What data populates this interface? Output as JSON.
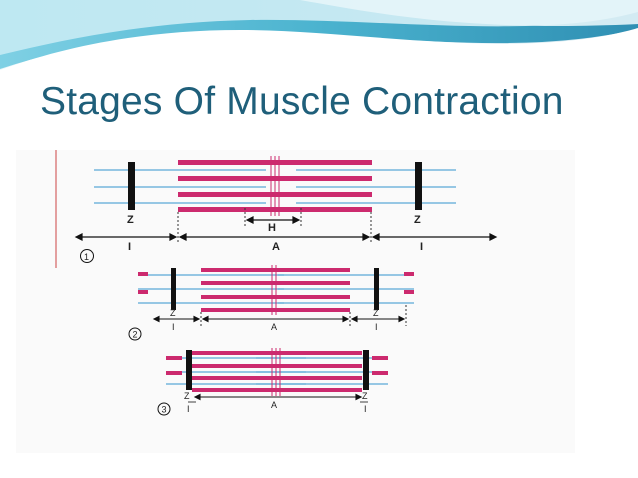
{
  "slide": {
    "title": "Stages Of Muscle Contraction"
  },
  "theme": {
    "title_color": "#1f5f7a",
    "wave_colors": [
      "#8fd3e6",
      "#3fa9c7",
      "#d7eef5"
    ],
    "thick_filament_color": "#cc2a6e",
    "thin_filament_color": "#5aa9d6",
    "z_line_color": "#111111"
  },
  "figure": {
    "stages": [
      {
        "number": "1",
        "labels": {
          "z_left": "Z",
          "z_right": "Z",
          "h": "H",
          "i_left": "I",
          "a": "A",
          "i_right": "I"
        }
      },
      {
        "number": "2",
        "labels": {
          "z_left": "Z",
          "z_right": "Z",
          "i_left": "I",
          "a": "A",
          "i_right": "I"
        }
      },
      {
        "number": "3",
        "labels": {
          "z_left": "Z",
          "z_right": "Z",
          "i_left": "I",
          "a": "A",
          "i_right": "I"
        }
      }
    ]
  }
}
